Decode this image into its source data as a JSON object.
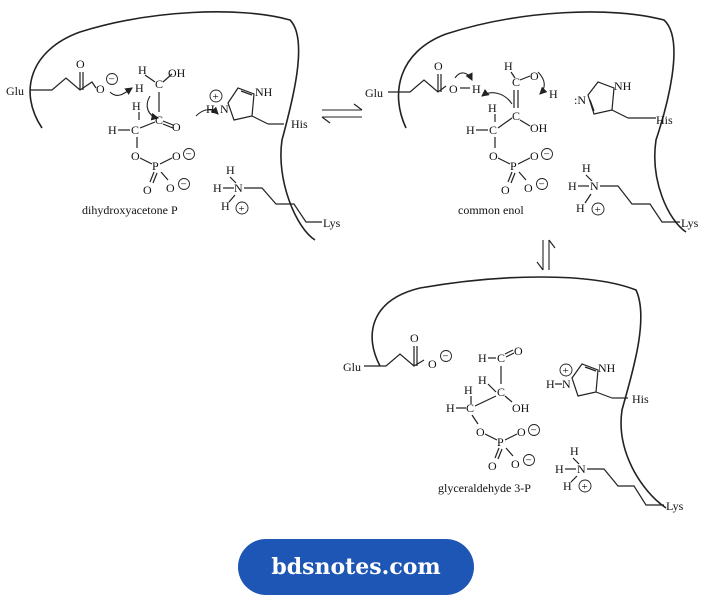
{
  "structures": {
    "dhap": {
      "caption": "dihydroxyacetone P",
      "glu": "Glu",
      "his": "His",
      "lys": "Lys",
      "o_minus_glu": "O",
      "h_oh": "H",
      "oh": "OH",
      "c_top": "C",
      "h_top": "H",
      "c_mid": "C",
      "o_keto": "O",
      "h_c": "H",
      "c_low": "C",
      "h_low": "H",
      "o_ester": "O",
      "p": "P",
      "o_p1": "O",
      "o_p2": "O",
      "o_p3": "O",
      "his_h": "H",
      "his_n1": "N",
      "his_nh": "NH",
      "lys_h1": "H",
      "lys_h2": "H",
      "lys_h3": "H",
      "lys_n": "N"
    },
    "enol": {
      "caption": "common enol",
      "glu": "Glu",
      "his": "His",
      "lys": "Lys",
      "o_glu": "O",
      "h_glu": "H",
      "c_top": "C",
      "h_top": "H",
      "o_top": "O",
      "h_o": "H",
      "c_mid": "C",
      "oh": "OH",
      "c_low": "C",
      "h_c": "H",
      "h_low": "H",
      "o_ester": "O",
      "p": "P",
      "o_p1": "O",
      "o_p2": "O",
      "o_p3": "O",
      "his_n": ":N",
      "his_nh": "NH",
      "lys_h1": "H",
      "lys_h2": "H",
      "lys_h3": "H",
      "lys_n": "N"
    },
    "gap": {
      "caption": "glyceraldehyde 3-P",
      "glu": "Glu",
      "his": "His",
      "lys": "Lys",
      "o_glu": "O",
      "o_carb": "O",
      "h_ald": "H",
      "c_ald": "C",
      "o_ald": "O",
      "h_mid": "H",
      "c_mid": "C",
      "oh": "OH",
      "h_c": "H",
      "c_low": "C",
      "h_low": "H",
      "o_ester": "O",
      "p": "P",
      "o_p1": "O",
      "o_p2": "O",
      "o_p3": "O",
      "his_h": "H",
      "his_n": "N",
      "his_nh": "NH",
      "lys_h1": "H",
      "lys_h2": "H",
      "lys_h3": "H",
      "lys_n": "N"
    }
  },
  "charges": {
    "plus": "+",
    "minus": "−"
  },
  "badge": {
    "text": "bdsnotes.com",
    "color": "#1d56b4",
    "text_color": "#ffffff"
  }
}
